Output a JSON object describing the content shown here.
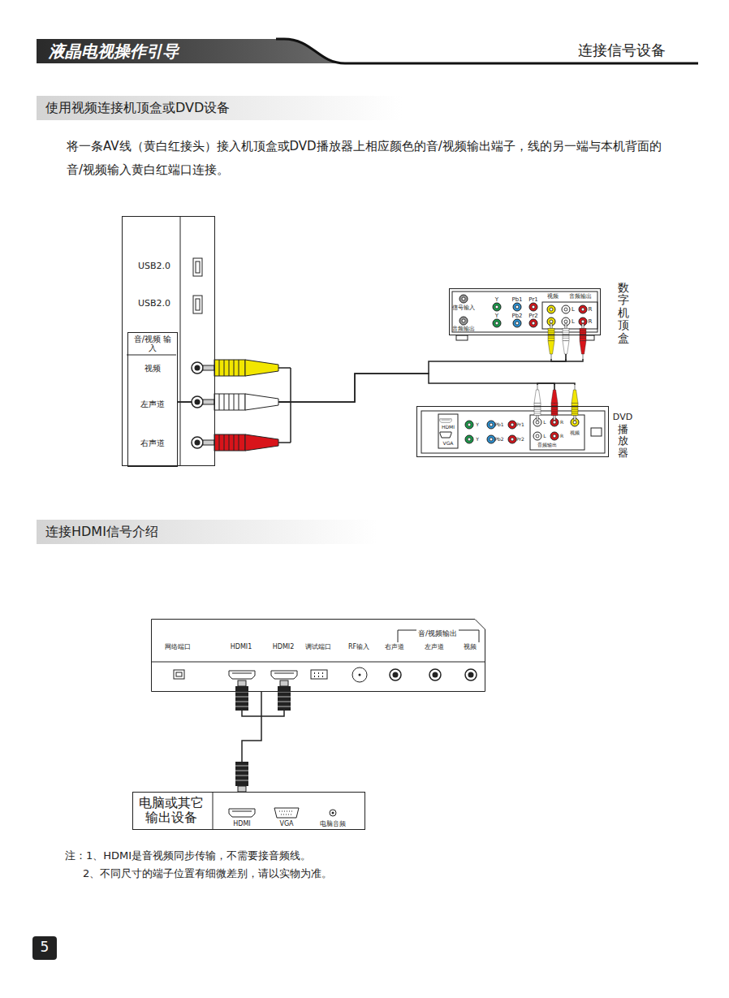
{
  "diagram": {
    "title": "液晶电视操作引导",
    "nodes": [
      {
        "text": [
          "USB2.0",
          "USB2.0"
        ]
      },
      {
        "text": [
          "音/视频 输入",
          "视频",
          "左声道",
          "右声道"
        ],
        "in": 0
      },
      {
        "text": [
          "数字机顶盒",
          "信号输入",
          "音频输出",
          "Y",
          "Pb1",
          "Pr1",
          "Y",
          "Pb2",
          "Pr2",
          "视频",
          "音频输出",
          "L",
          "R",
          "L",
          "R"
        ]
      },
      {
        "text": [
          "DVD",
          "播放器",
          "HDMI",
          "VGA",
          "Y",
          "Pb1",
          "Pr1",
          "Y",
          "Pb2",
          "Pr2",
          "L",
          "R",
          "L",
          "R",
          "视频",
          "音频输出"
        ]
      },
      {
        "text": [
          "音/视频输出",
          "网络端口",
          "HDMI1",
          "HDMI2",
          "调试端口",
          "RF输入",
          "右声道",
          "左声道",
          "视频"
        ]
      },
      {
        "text": [
          "电脑或其它 输出设备",
          "HDMI",
          "VGA",
          "电脑音频"
        ]
      }
    ],
    "edges": [
      {
        "from": 1,
        "to": 2,
        "arrow": "none"
      },
      {
        "from": 1,
        "to": 3,
        "arrow": "none"
      },
      {
        "from": 4,
        "to": 5,
        "arrow": "none"
      }
    ],
    "labels": [
      "连接信号设备",
      "使用视频连接机顶盒或DVD设备",
      "将一条AV线（黄白红接头）接入机顶盒或DVD播放器上相应颜色的音/视频输出端子，线的另一端与本机背面的音/视频输入黄白红端口连接。",
      "连接HDMI信号介绍",
      "注：1、HDMI是音视频同步传输，不需要接音频线。",
      "2、不同尺寸的端子位置有细微差别，请以实物为准。",
      "5"
    ]
  }
}
